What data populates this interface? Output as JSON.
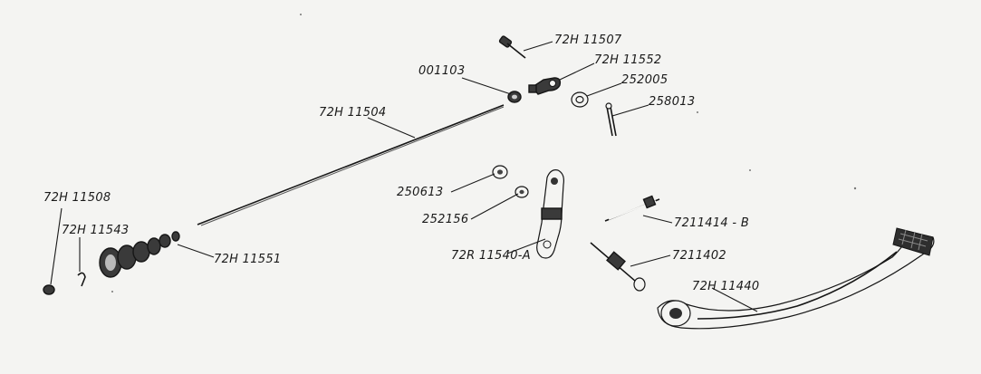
{
  "labels": {
    "p72h11507": "72H 11507",
    "p72h11552": "72H 11552",
    "p001103": "001103",
    "p252005": "252005",
    "p258013": "258013",
    "p72h11504": "72H 11504",
    "p72h11508": "72H 11508",
    "p72h11543": "72H 11543",
    "p72h11551": "72H 11551",
    "p250613": "250613",
    "p252156": "252156",
    "p72r11540a": "72R 11540-A",
    "p7211414b": "7211414 - B",
    "p7211402": "7211402",
    "p72h11440": "72H 11440"
  }
}
